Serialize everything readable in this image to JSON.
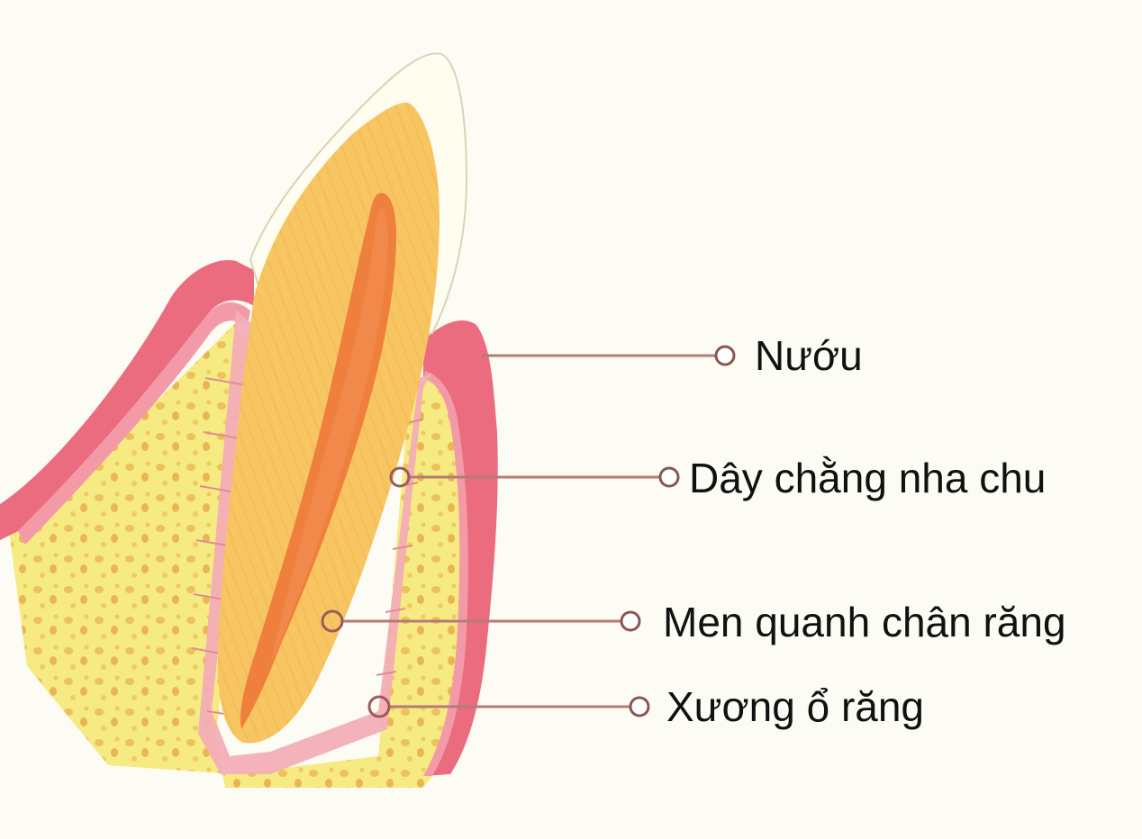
{
  "diagram": {
    "labels": {
      "gum": "Nướu",
      "periodontal_ligament": "Dây chằng nha chu",
      "root_cementum": "Men quanh chân răng",
      "alveolar_bone": "Xương ổ răng"
    },
    "colors": {
      "background": "#fdfcf4",
      "gum": "#ec6c7f",
      "bone": "#f6ea82",
      "enamel": "#fffdf0",
      "dentin": "#f7c562",
      "pulp": "#ee7f3c",
      "ligament": "#f3aeb6",
      "leader_line": "#b47a78"
    }
  }
}
